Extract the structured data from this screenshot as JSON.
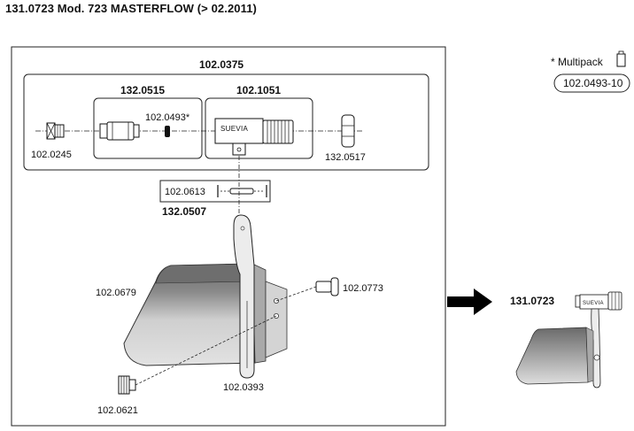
{
  "header": {
    "title": "131.0723 Mod. 723 MASTERFLOW (> 02.2011)"
  },
  "multipack": {
    "label": "* Multipack",
    "code": "102.0493-10"
  },
  "assemblies": {
    "outer": "102.0375",
    "left_box": "132.0515",
    "right_box": "102.1051",
    "pin_box": "132.0507"
  },
  "parts": {
    "p0245": "102.0245",
    "p0493": "102.0493*",
    "p0517": "132.0517",
    "p0613": "102.0613",
    "p0679": "102.0679",
    "p0773": "102.0773",
    "p0393": "102.0393",
    "p0621": "102.0621"
  },
  "brand": {
    "name": "SUEVIA"
  },
  "result": {
    "code": "131.0723",
    "brand": "SUEVIA"
  },
  "colors": {
    "bowl_dark": "#6e6e6e",
    "bowl_light": "#d4d4d4",
    "bowl_mid": "#a9a9a9",
    "line": "#111111",
    "arrow": "#000000"
  }
}
